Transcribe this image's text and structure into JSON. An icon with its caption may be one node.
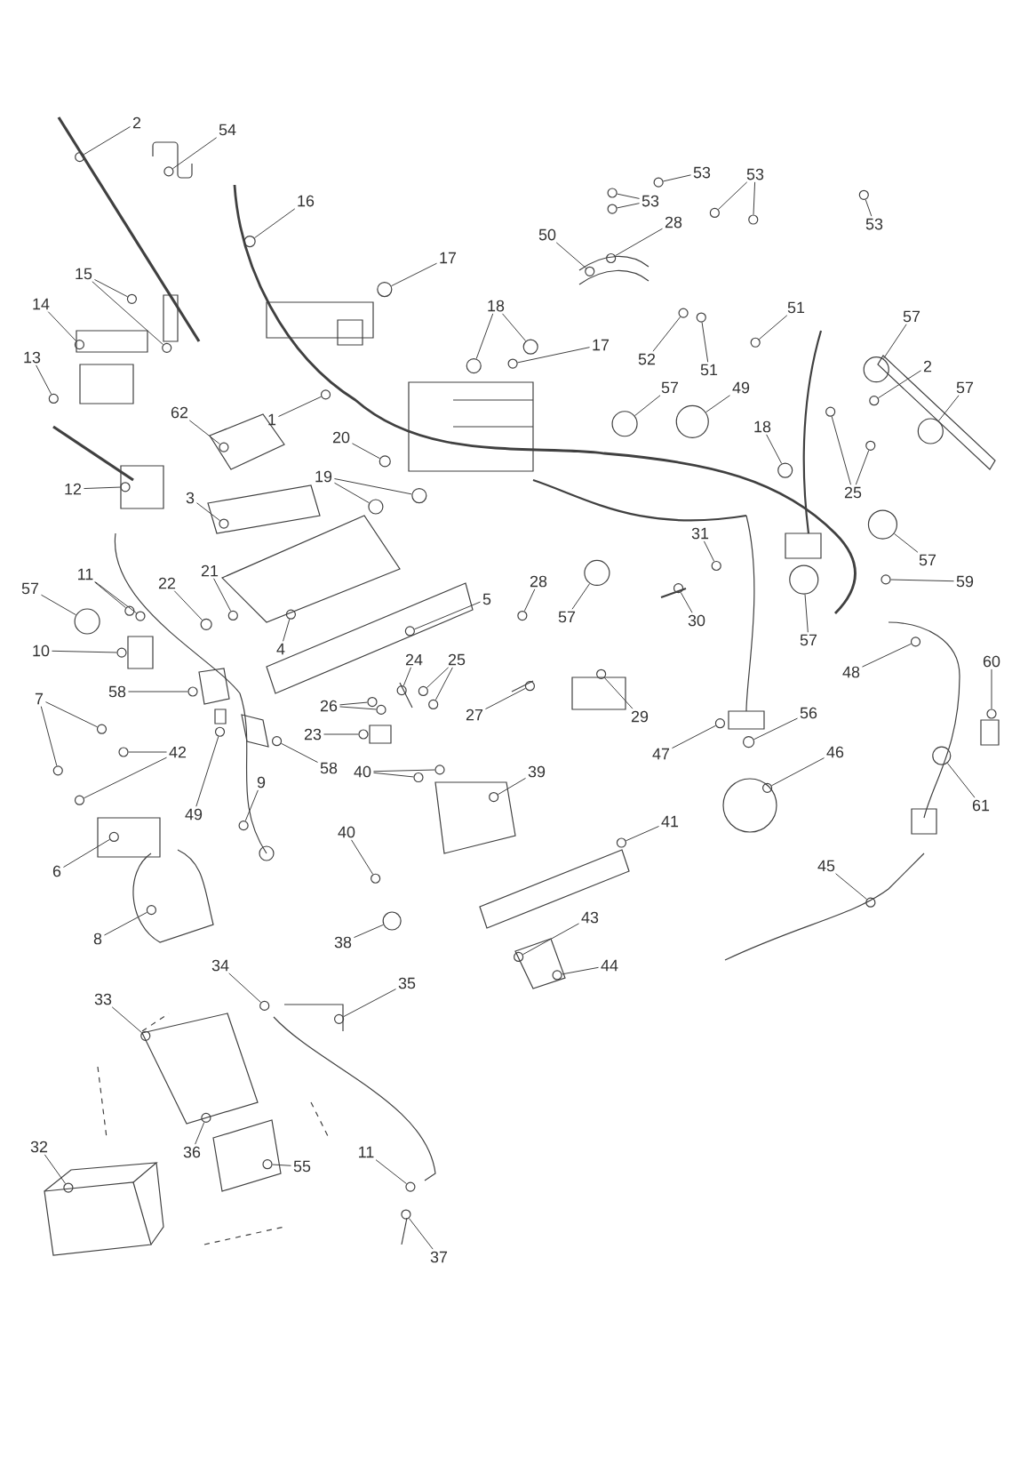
{
  "diagram": {
    "nodes": [
      {
        "text": [
          "2"
        ]
      },
      {
        "text": [
          "54"
        ]
      },
      {
        "text": [
          "16"
        ]
      },
      {
        "text": [
          "53"
        ]
      },
      {
        "text": [
          "53"
        ]
      },
      {
        "text": [
          "53"
        ]
      },
      {
        "text": [
          "17"
        ]
      },
      {
        "text": [
          "53"
        ]
      },
      {
        "text": [
          "50"
        ]
      },
      {
        "text": [
          "28"
        ]
      },
      {
        "text": [
          "15"
        ]
      },
      {
        "text": [
          "14"
        ]
      },
      {
        "text": [
          "18"
        ]
      },
      {
        "text": [
          "51"
        ]
      },
      {
        "text": [
          "57"
        ]
      },
      {
        "text": [
          "17"
        ]
      },
      {
        "text": [
          "13"
        ]
      },
      {
        "text": [
          "52"
        ]
      },
      {
        "text": [
          "2"
        ]
      },
      {
        "text": [
          "51"
        ]
      },
      {
        "text": [
          "57"
        ]
      },
      {
        "text": [
          "49"
        ]
      },
      {
        "text": [
          "57"
        ]
      },
      {
        "text": [
          "62"
        ]
      },
      {
        "text": [
          "1"
        ]
      },
      {
        "text": [
          "18"
        ]
      },
      {
        "text": [
          "20"
        ]
      },
      {
        "text": [
          "19"
        ]
      },
      {
        "text": [
          "12"
        ]
      },
      {
        "text": [
          "25"
        ]
      },
      {
        "text": [
          "3"
        ]
      },
      {
        "text": [
          "31"
        ]
      },
      {
        "text": [
          "57"
        ]
      },
      {
        "text": [
          "11"
        ]
      },
      {
        "text": [
          "21"
        ]
      },
      {
        "text": [
          "28"
        ]
      },
      {
        "text": [
          "59"
        ]
      },
      {
        "text": [
          "22"
        ]
      },
      {
        "text": [
          "57"
        ]
      },
      {
        "text": [
          "5"
        ]
      },
      {
        "text": [
          "57"
        ]
      },
      {
        "text": [
          "30"
        ]
      },
      {
        "text": [
          "57"
        ]
      },
      {
        "text": [
          "4"
        ]
      },
      {
        "text": [
          "10"
        ]
      },
      {
        "text": [
          "60"
        ]
      },
      {
        "text": [
          "24"
        ]
      },
      {
        "text": [
          "25"
        ]
      },
      {
        "text": [
          "48"
        ]
      },
      {
        "text": [
          "58"
        ]
      },
      {
        "text": [
          "7"
        ]
      },
      {
        "text": [
          "26"
        ]
      },
      {
        "text": [
          "27"
        ]
      },
      {
        "text": [
          "56"
        ]
      },
      {
        "text": [
          "29"
        ]
      },
      {
        "text": [
          "23"
        ]
      },
      {
        "text": [
          "42"
        ]
      },
      {
        "text": [
          "47"
        ]
      },
      {
        "text": [
          "46"
        ]
      },
      {
        "text": [
          "58"
        ]
      },
      {
        "text": [
          "40"
        ]
      },
      {
        "text": [
          "39"
        ]
      },
      {
        "text": [
          "9"
        ]
      },
      {
        "text": [
          "61"
        ]
      },
      {
        "text": [
          "49"
        ]
      },
      {
        "text": [
          "41"
        ]
      },
      {
        "text": [
          "40"
        ]
      },
      {
        "text": [
          "45"
        ]
      },
      {
        "text": [
          "6"
        ]
      },
      {
        "text": [
          "43"
        ]
      },
      {
        "text": [
          "8"
        ]
      },
      {
        "text": [
          "38"
        ]
      },
      {
        "text": [
          "34"
        ]
      },
      {
        "text": [
          "44"
        ]
      },
      {
        "text": [
          "35"
        ]
      },
      {
        "text": [
          "33"
        ]
      },
      {
        "text": [
          "32"
        ]
      },
      {
        "text": [
          "11"
        ]
      },
      {
        "text": [
          "36"
        ]
      },
      {
        "text": [
          "55"
        ]
      },
      {
        "text": [
          "37"
        ]
      },
      {
        "text": [],
        "shape": "circle"
      },
      {
        "text": [],
        "shape": "circle"
      },
      {
        "text": [],
        "shape": "circle"
      },
      {
        "text": [],
        "shape": "circle"
      },
      {
        "text": [],
        "shape": "circle"
      },
      {
        "text": [],
        "shape": "circle"
      },
      {
        "text": [],
        "shape": "circle"
      },
      {
        "text": [],
        "shape": "circle"
      },
      {
        "text": [],
        "shape": "circle"
      },
      {
        "text": [],
        "shape": "circle"
      },
      {
        "text": [],
        "shape": "circle"
      },
      {
        "text": [],
        "shape": "circle"
      },
      {
        "text": [],
        "shape": "circle"
      },
      {
        "text": [],
        "shape": "circle"
      },
      {
        "text": [],
        "shape": "circle"
      },
      {
        "text": [],
        "shape": "circle"
      },
      {
        "text": [],
        "shape": "circle"
      },
      {
        "text": [],
        "shape": "circle"
      },
      {
        "text": [],
        "shape": "circle"
      },
      {
        "text": [],
        "shape": "circle"
      },
      {
        "text": [],
        "shape": "circle"
      },
      {
        "text": [],
        "shape": "circle"
      },
      {
        "text": [],
        "shape": "circle"
      },
      {
        "text": [],
        "shape": "circle"
      },
      {
        "text": [],
        "shape": "circle"
      },
      {
        "text": [],
        "shape": "circle"
      },
      {
        "text": [],
        "shape": "circle"
      },
      {
        "text": [],
        "shape": "circle"
      },
      {
        "text": [],
        "shape": "circle"
      },
      {
        "text": [],
        "shape": "circle"
      },
      {
        "text": [],
        "shape": "circle"
      },
      {
        "text": [],
        "shape": "circle"
      },
      {
        "text": [],
        "shape": "circle"
      },
      {
        "text": [],
        "shape": "circle"
      },
      {
        "text": [],
        "shape": "circle"
      },
      {
        "text": [],
        "shape": "circle"
      },
      {
        "text": [],
        "shape": "circle"
      },
      {
        "text": [],
        "shape": "circle"
      },
      {
        "text": [],
        "shape": "circle"
      },
      {
        "text": [],
        "shape": "circle"
      },
      {
        "text": [],
        "shape": "circle"
      },
      {
        "text": [],
        "shape": "circle"
      },
      {
        "text": [],
        "shape": "circle"
      },
      {
        "text": [],
        "shape": "circle"
      },
      {
        "text": [],
        "shape": "circle"
      },
      {
        "text": [],
        "shape": "circle"
      },
      {
        "text": [],
        "shape": "circle"
      },
      {
        "text": [],
        "shape": "circle"
      },
      {
        "text": [],
        "shape": "circle"
      },
      {
        "text": [],
        "shape": "circle"
      },
      {
        "text": [],
        "shape": "circle"
      },
      {
        "text": [],
        "shape": "circle"
      },
      {
        "text": [],
        "shape": "circle"
      },
      {
        "text": [],
        "shape": "circle"
      },
      {
        "text": [],
        "shape": "circle"
      },
      {
        "text": [],
        "shape": "circle"
      },
      {
        "text": [],
        "shape": "circle"
      },
      {
        "text": [],
        "shape": "circle"
      },
      {
        "text": [],
        "shape": "circle"
      },
      {
        "text": [],
        "shape": "circle"
      },
      {
        "text": [],
        "shape": "circle"
      },
      {
        "text": [],
        "shape": "circle"
      },
      {
        "text": [],
        "shape": "circle"
      },
      {
        "text": [],
        "shape": "circle"
      },
      {
        "text": [],
        "shape": "circle"
      },
      {
        "text": [],
        "shape": "circle"
      },
      {
        "text": [],
        "shape": "circle"
      },
      {
        "text": [],
        "shape": "circle"
      },
      {
        "text": [],
        "shape": "circle"
      },
      {
        "text": [],
        "shape": "circle"
      },
      {
        "text": [],
        "shape": "circle"
      },
      {
        "text": [],
        "shape": "circle"
      },
      {
        "text": [],
        "shape": "circle"
      },
      {
        "text": [],
        "shape": "circle"
      },
      {
        "text": [],
        "shape": "circle"
      },
      {
        "text": [],
        "shape": "circle"
      },
      {
        "text": [],
        "shape": "circle"
      },
      {
        "text": [],
        "shape": "circle"
      },
      {
        "text": [],
        "shape": "circle"
      },
      {
        "text": [],
        "shape": "circle"
      },
      {
        "text": [],
        "shape": "circle"
      },
      {
        "text": [],
        "shape": "circle"
      },
      {
        "text": [],
        "shape": "circle"
      },
      {
        "text": [],
        "shape": "circle"
      },
      {
        "text": [],
        "shape": "circle"
      },
      {
        "text": [],
        "shape": "circle"
      },
      {
        "text": [],
        "shape": "circle"
      },
      {
        "text": [],
        "shape": "circle"
      },
      {
        "text": [],
        "shape": "circle"
      },
      {
        "text": [],
        "shape": "circle"
      },
      {
        "text": [],
        "shape": "circle"
      },
      {
        "text": [],
        "shape": "circle"
      },
      {
        "text": [],
        "shape": "circle"
      }
    ],
    "edges": [
      {
        "from": 0,
        "to": 81,
        "arrow": "none"
      },
      {
        "from": 1,
        "to": 82,
        "arrow": "none"
      },
      {
        "from": 2,
        "to": 83,
        "arrow": "none"
      },
      {
        "from": 3,
        "to": 84,
        "arrow": "none"
      },
      {
        "from": 4,
        "to": 85,
        "arrow": "none"
      },
      {
        "from": 4,
        "to": 86,
        "arrow": "none"
      },
      {
        "from": 5,
        "to": 87,
        "arrow": "none"
      },
      {
        "from": 5,
        "to": 88,
        "arrow": "none"
      },
      {
        "from": 6,
        "to": 89,
        "arrow": "none"
      },
      {
        "from": 7,
        "to": 90,
        "arrow": "none"
      },
      {
        "from": 8,
        "to": 91,
        "arrow": "none"
      },
      {
        "from": 9,
        "to": 92,
        "arrow": "none"
      },
      {
        "from": 10,
        "to": 93,
        "arrow": "none"
      },
      {
        "from": 10,
        "to": 94,
        "arrow": "none"
      },
      {
        "from": 11,
        "to": 95,
        "arrow": "none"
      },
      {
        "from": 12,
        "to": 96,
        "arrow": "none"
      },
      {
        "from": 12,
        "to": 97,
        "arrow": "none"
      },
      {
        "from": 13,
        "to": 98,
        "arrow": "none"
      },
      {
        "from": 14,
        "to": 99,
        "arrow": "none"
      },
      {
        "from": 15,
        "to": 100,
        "arrow": "none"
      },
      {
        "from": 16,
        "to": 101,
        "arrow": "none"
      },
      {
        "from": 17,
        "to": 102,
        "arrow": "none"
      },
      {
        "from": 18,
        "to": 103,
        "arrow": "none"
      },
      {
        "from": 19,
        "to": 104,
        "arrow": "none"
      },
      {
        "from": 20,
        "to": 105,
        "arrow": "none"
      },
      {
        "from": 21,
        "to": 106,
        "arrow": "none"
      },
      {
        "from": 22,
        "to": 107,
        "arrow": "none"
      },
      {
        "from": 23,
        "to": 108,
        "arrow": "none"
      },
      {
        "from": 24,
        "to": 109,
        "arrow": "none"
      },
      {
        "from": 25,
        "to": 110,
        "arrow": "none"
      },
      {
        "from": 26,
        "to": 111,
        "arrow": "none"
      },
      {
        "from": 27,
        "to": 112,
        "arrow": "none"
      },
      {
        "from": 27,
        "to": 113,
        "arrow": "none"
      },
      {
        "from": 28,
        "to": 114,
        "arrow": "none"
      },
      {
        "from": 29,
        "to": 115,
        "arrow": "none"
      },
      {
        "from": 29,
        "to": 116,
        "arrow": "none"
      },
      {
        "from": 30,
        "to": 117,
        "arrow": "none"
      },
      {
        "from": 31,
        "to": 118,
        "arrow": "none"
      },
      {
        "from": 32,
        "to": 119,
        "arrow": "none"
      },
      {
        "from": 33,
        "to": 120,
        "arrow": "none"
      },
      {
        "from": 33,
        "to": 121,
        "arrow": "none"
      },
      {
        "from": 34,
        "to": 122,
        "arrow": "none"
      },
      {
        "from": 35,
        "to": 123,
        "arrow": "none"
      },
      {
        "from": 36,
        "to": 124,
        "arrow": "none"
      },
      {
        "from": 37,
        "to": 125,
        "arrow": "none"
      },
      {
        "from": 38,
        "to": 126,
        "arrow": "none"
      },
      {
        "from": 39,
        "to": 127,
        "arrow": "none"
      },
      {
        "from": 40,
        "to": 128,
        "arrow": "none"
      },
      {
        "from": 41,
        "to": 129,
        "arrow": "none"
      },
      {
        "from": 42,
        "to": 130,
        "arrow": "none"
      },
      {
        "from": 43,
        "to": 131,
        "arrow": "none"
      },
      {
        "from": 44,
        "to": 132,
        "arrow": "none"
      },
      {
        "from": 45,
        "to": 133,
        "arrow": "none"
      },
      {
        "from": 46,
        "to": 134,
        "arrow": "none"
      },
      {
        "from": 47,
        "to": 135,
        "arrow": "none"
      },
      {
        "from": 47,
        "to": 136,
        "arrow": "none"
      },
      {
        "from": 48,
        "to": 137,
        "arrow": "none"
      },
      {
        "from": 49,
        "to": 138,
        "arrow": "none"
      },
      {
        "from": 50,
        "to": 139,
        "arrow": "none"
      },
      {
        "from": 50,
        "to": 140,
        "arrow": "none"
      },
      {
        "from": 51,
        "to": 141,
        "arrow": "none"
      },
      {
        "from": 51,
        "to": 142,
        "arrow": "none"
      },
      {
        "from": 52,
        "to": 143,
        "arrow": "none"
      },
      {
        "from": 53,
        "to": 144,
        "arrow": "none"
      },
      {
        "from": 54,
        "to": 145,
        "arrow": "none"
      },
      {
        "from": 55,
        "to": 146,
        "arrow": "none"
      },
      {
        "from": 56,
        "to": 147,
        "arrow": "none"
      },
      {
        "from": 56,
        "to": 148,
        "arrow": "none"
      },
      {
        "from": 57,
        "to": 149,
        "arrow": "none"
      },
      {
        "from": 58,
        "to": 150,
        "arrow": "none"
      },
      {
        "from": 59,
        "to": 151,
        "arrow": "none"
      },
      {
        "from": 60,
        "to": 152,
        "arrow": "none"
      },
      {
        "from": 60,
        "to": 153,
        "arrow": "none"
      },
      {
        "from": 61,
        "to": 154,
        "arrow": "none"
      },
      {
        "from": 62,
        "to": 155,
        "arrow": "none"
      },
      {
        "from": 63,
        "to": 156,
        "arrow": "none"
      },
      {
        "from": 64,
        "to": 157,
        "arrow": "none"
      },
      {
        "from": 65,
        "to": 158,
        "arrow": "none"
      },
      {
        "from": 66,
        "to": 159,
        "arrow": "none"
      },
      {
        "from": 67,
        "to": 160,
        "arrow": "none"
      },
      {
        "from": 68,
        "to": 161,
        "arrow": "none"
      },
      {
        "from": 69,
        "to": 162,
        "arrow": "none"
      },
      {
        "from": 70,
        "to": 163,
        "arrow": "none"
      },
      {
        "from": 71,
        "to": 164,
        "arrow": "none"
      },
      {
        "from": 72,
        "to": 165,
        "arrow": "none"
      },
      {
        "from": 73,
        "to": 166,
        "arrow": "none"
      },
      {
        "from": 74,
        "to": 167,
        "arrow": "none"
      },
      {
        "from": 75,
        "to": 168,
        "arrow": "none"
      },
      {
        "from": 76,
        "to": 169,
        "arrow": "none"
      },
      {
        "from": 77,
        "to": 170,
        "arrow": "none"
      },
      {
        "from": 78,
        "to": 171,
        "arrow": "none"
      },
      {
        "from": 79,
        "to": 172,
        "arrow": "none"
      },
      {
        "from": 80,
        "to": 173,
        "arrow": "none"
      }
    ]
  }
}
